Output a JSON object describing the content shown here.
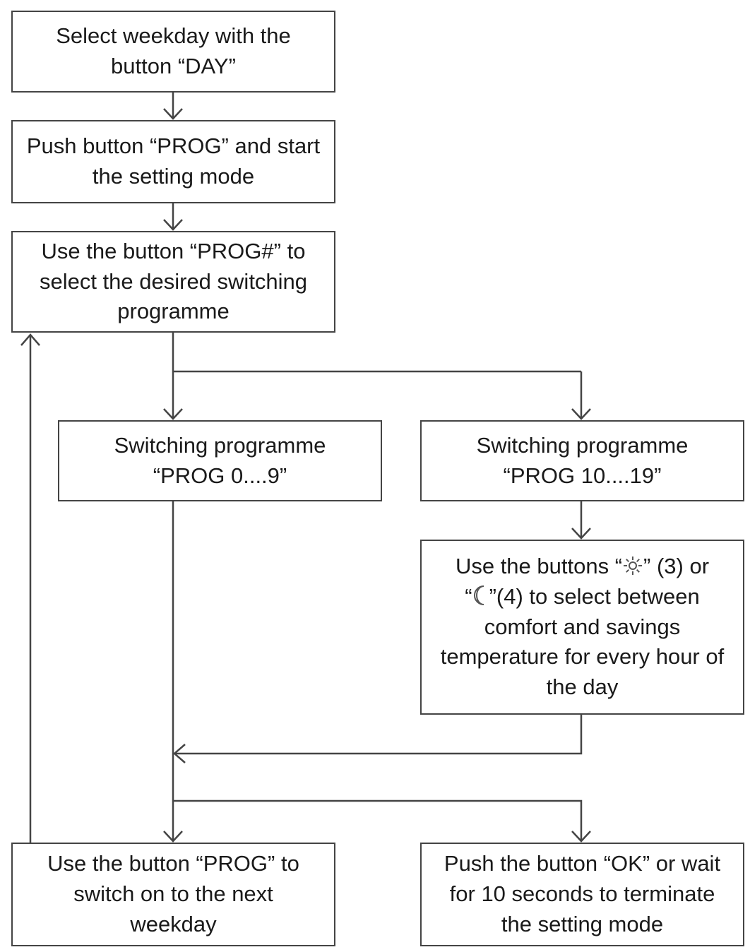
{
  "diagram": {
    "nodes": {
      "select_weekday": {
        "line1": "Select weekday with the",
        "line2": "button “DAY”"
      },
      "push_prog": {
        "line1": "Push button “PROG” and start",
        "line2": "the setting mode"
      },
      "select_programme": {
        "line1": "Use the button “PROG#” to",
        "line2": "select the desired switching",
        "line3": "programme"
      },
      "prog_0_9": {
        "line1": "Switching programme",
        "line2": "“PROG 0....9”"
      },
      "prog_10_19": {
        "line1": "Switching programme",
        "line2": "“PROG 10....19”"
      },
      "sun_moon": {
        "line1_pre": "Use the buttons “",
        "line1_post": "” (3) or",
        "line2_pre": "“",
        "line2_post": "”(4) to select between",
        "line3": "comfort and savings",
        "line4": "temperature for every hour of",
        "line5": "the day"
      },
      "next_weekday": {
        "line1": "Use the button “PROG” to",
        "line2": "switch on to the next",
        "line3": "weekday"
      },
      "terminate": {
        "line1": "Push the button “OK” or wait",
        "line2": "for 10 seconds to terminate",
        "line3": "the setting mode"
      }
    },
    "icons": {
      "sun": "sun-icon",
      "moon": "moon-icon"
    },
    "colors": {
      "line": "#444444",
      "text": "#1a1a1a",
      "background": "#ffffff"
    }
  }
}
